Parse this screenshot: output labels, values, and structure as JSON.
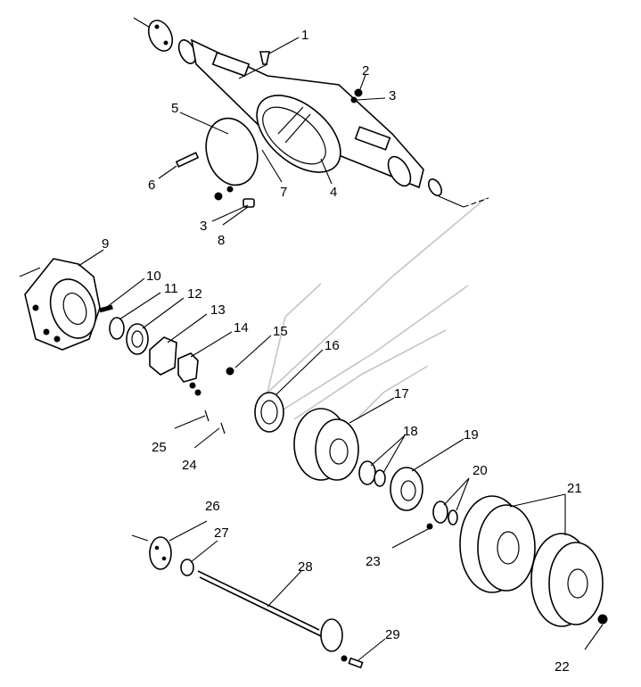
{
  "diagram": {
    "callouts": [
      {
        "n": "1"
      },
      {
        "n": "2"
      },
      {
        "n": "3"
      },
      {
        "n": "3"
      },
      {
        "n": "4"
      },
      {
        "n": "5"
      },
      {
        "n": "6"
      },
      {
        "n": "7"
      },
      {
        "n": "8"
      },
      {
        "n": "9"
      },
      {
        "n": "10"
      },
      {
        "n": "11"
      },
      {
        "n": "12"
      },
      {
        "n": "13"
      },
      {
        "n": "14"
      },
      {
        "n": "15"
      },
      {
        "n": "16"
      },
      {
        "n": "17"
      },
      {
        "n": "18"
      },
      {
        "n": "19"
      },
      {
        "n": "20"
      },
      {
        "n": "21"
      },
      {
        "n": "22"
      },
      {
        "n": "23"
      },
      {
        "n": "24"
      },
      {
        "n": "25"
      },
      {
        "n": "26"
      },
      {
        "n": "27"
      },
      {
        "n": "28"
      },
      {
        "n": "29"
      }
    ]
  }
}
